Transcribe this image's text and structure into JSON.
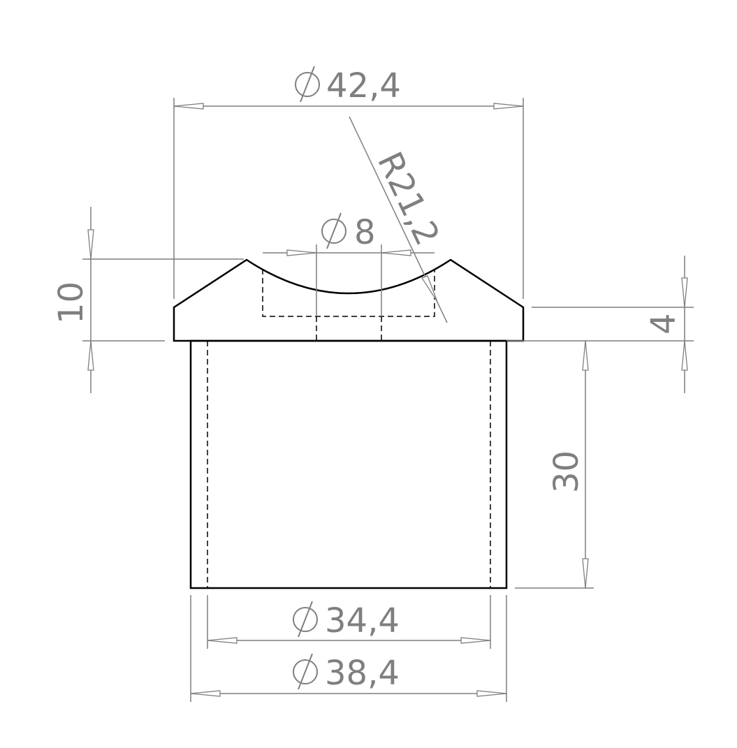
{
  "drawing": {
    "dimensions": {
      "top_diameter": "42,4",
      "hole_diameter": "8",
      "radius": "R21,2",
      "head_height": "10",
      "chamfer_height": "4",
      "shank_length": "30",
      "inner_diameter": "34,4",
      "outer_diameter": "38,4"
    },
    "colors": {
      "outline": "#000000",
      "dimension": "#7f7f7f",
      "background": "#ffffff"
    }
  }
}
